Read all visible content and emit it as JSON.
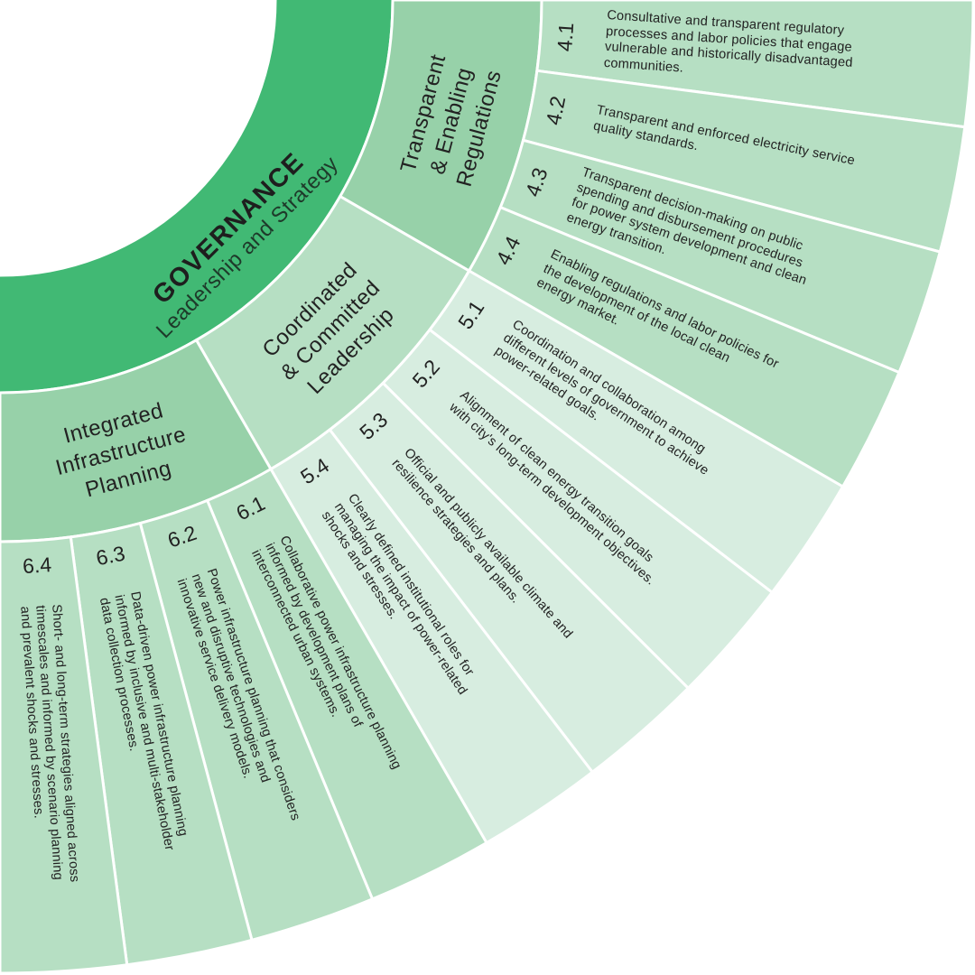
{
  "colors": {
    "governance": "#41b974",
    "middle_dark": "#97d1a9",
    "middle_light": "#b6dfc3",
    "outer_mid": "#b6dfc3",
    "outer_light": "#d7ede0",
    "separator": "#ffffff"
  },
  "core": {
    "title": "GOVERNANCE",
    "subtitle": "Leadership and Strategy"
  },
  "categories": [
    {
      "lines": [
        "Transparent",
        "& Enabling",
        "Regulations"
      ],
      "tone": "middle_dark"
    },
    {
      "lines": [
        "Coordinated",
        "& Committed",
        "Leadership"
      ],
      "tone": "middle_light"
    },
    {
      "lines": [
        "Integrated",
        "Infrastructure",
        "Planning"
      ],
      "tone": "middle_dark"
    }
  ],
  "items": [
    {
      "number": "4.1",
      "tone": "outer_mid",
      "lines": [
        "Consultative and transparent regulatory",
        "processes and labor policies that engage",
        "vulnerable and historically disadvantaged",
        "communities."
      ]
    },
    {
      "number": "4.2",
      "tone": "outer_mid",
      "lines": [
        "Transparent and enforced electricity service",
        "quality standards."
      ]
    },
    {
      "number": "4.3",
      "tone": "outer_mid",
      "lines": [
        "Transparent decision-making on public",
        "spending and disbursement procedures",
        "for power system development and clean",
        "energy transition."
      ]
    },
    {
      "number": "4.4",
      "tone": "outer_mid",
      "lines": [
        "Enabling regulations and labor policies for",
        "the development of the local clean",
        "energy market."
      ]
    },
    {
      "number": "5.1",
      "tone": "outer_light",
      "lines": [
        "Coordination and collaboration among",
        "different levels of government to achieve",
        "power-related goals."
      ]
    },
    {
      "number": "5.2",
      "tone": "outer_light",
      "lines": [
        "Alignment of clean energy transition goals",
        "with city's long-term development objectives."
      ]
    },
    {
      "number": "5.3",
      "tone": "outer_light",
      "lines": [
        "Official and publicly available climate and",
        "resilience strategies and plans."
      ]
    },
    {
      "number": "5.4",
      "tone": "outer_light",
      "lines": [
        "Clearly defined institutional roles for",
        "managing the impact of power-related",
        "shocks and stresses."
      ]
    },
    {
      "number": "6.1",
      "tone": "outer_mid",
      "lines": [
        "Collaborative power infrastructure planning",
        "informed by development plans of",
        "interconnected urban systems."
      ]
    },
    {
      "number": "6.2",
      "tone": "outer_mid",
      "lines": [
        "Power infrastructure planning that considers",
        "new and disruptive technologies and",
        "innovative service delivery models."
      ]
    },
    {
      "number": "6.3",
      "tone": "outer_mid",
      "lines": [
        "Data-driven power infrastructure planning",
        "informed by inclusive and multi-stakeholder",
        "data collection processes."
      ]
    },
    {
      "number": "6.4",
      "tone": "outer_mid",
      "lines": [
        "Short- and long-term strategies aligned across",
        "timescales and informed by scenario planning",
        "and prevalent shocks and stresses."
      ]
    }
  ]
}
